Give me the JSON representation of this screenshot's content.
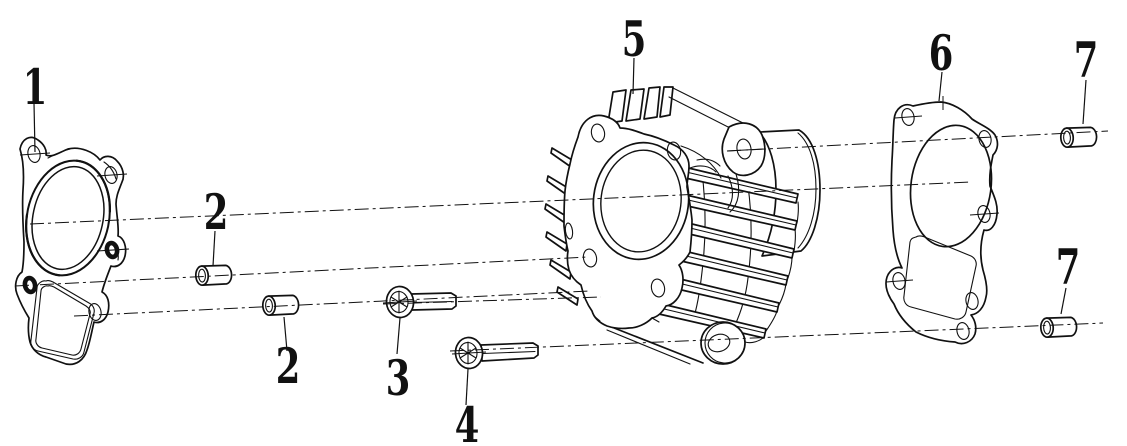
{
  "diagram": {
    "background": "#ffffff",
    "line_color": "#111111",
    "callouts": [
      {
        "label": "1"
      },
      {
        "label": "2"
      },
      {
        "label": "2"
      },
      {
        "label": "3"
      },
      {
        "label": "4"
      },
      {
        "label": "5"
      },
      {
        "label": "6"
      },
      {
        "label": "7"
      },
      {
        "label": "7"
      }
    ]
  }
}
